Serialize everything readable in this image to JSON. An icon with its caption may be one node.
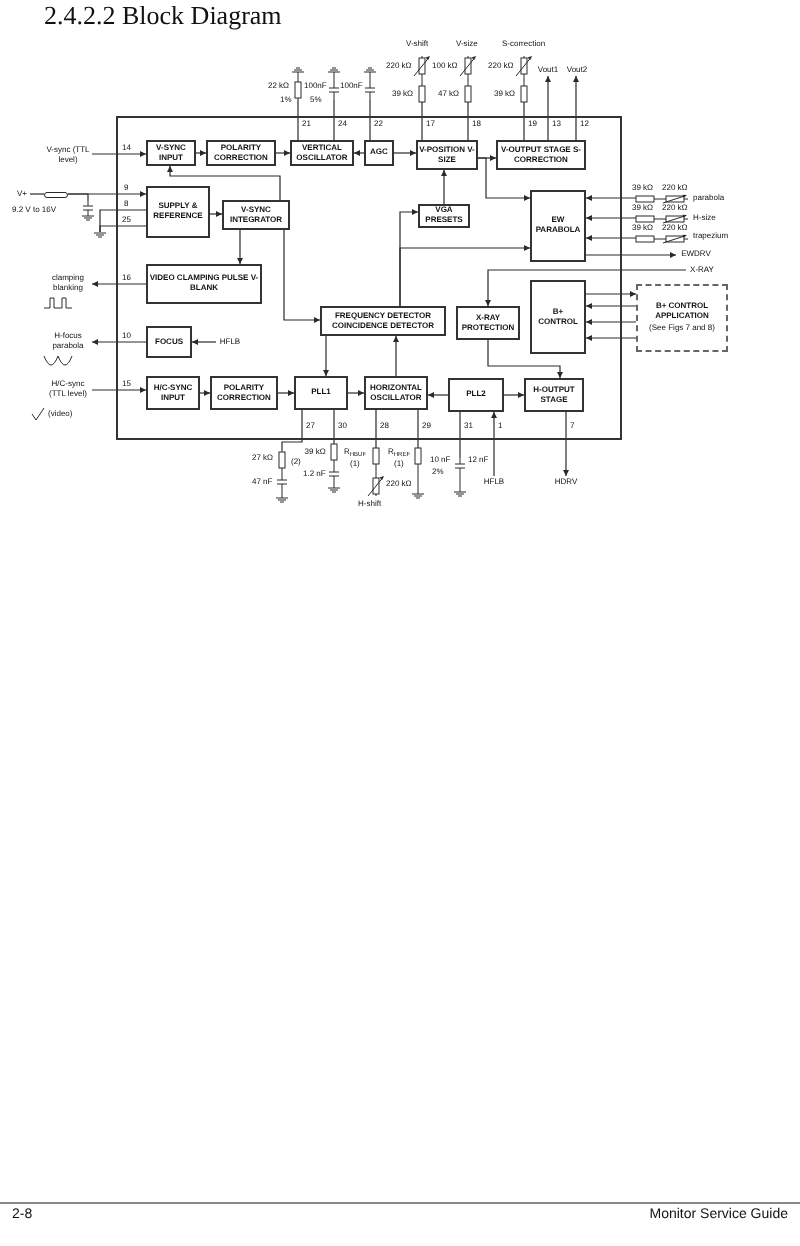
{
  "diagram": {
    "title": "2.4.2.2 Block Diagram",
    "nodes": [
      {
        "text": [],
        "shape": "box"
      },
      {
        "text": [
          "V-SYNC INPUT"
        ],
        "in": 0
      },
      {
        "text": [
          "POLARITY CORRECTION"
        ],
        "in": 0
      },
      {
        "text": [
          "VERTICAL OSCILLATOR"
        ],
        "in": 0
      },
      {
        "text": [
          "AGC"
        ],
        "in": 0
      },
      {
        "text": [
          "V-POSITION V-SIZE"
        ],
        "in": 0
      },
      {
        "text": [
          "V-OUTPUT STAGE S-CORRECTION"
        ],
        "in": 0
      },
      {
        "text": [
          "SUPPLY & REFERENCE"
        ],
        "in": 0
      },
      {
        "text": [
          "V-SYNC INTEGRATOR"
        ],
        "in": 0
      },
      {
        "text": [
          "VGA PRESETS"
        ],
        "in": 0
      },
      {
        "text": [
          "EW PARABOLA"
        ],
        "in": 0
      },
      {
        "text": [
          "VIDEO CLAMPING PULSE V-BLANK"
        ],
        "in": 0
      },
      {
        "text": [
          "FREQUENCY DETECTOR COINCIDENCE DETECTOR"
        ],
        "in": 0
      },
      {
        "text": [
          "X-RAY PROTECTION"
        ],
        "in": 0
      },
      {
        "text": [
          "B+ CONTROL"
        ],
        "in": 0
      },
      {
        "text": [
          "FOCUS"
        ],
        "in": 0
      },
      {
        "text": [
          "HFLB"
        ],
        "in": 0
      },
      {
        "text": [
          "H/C-SYNC INPUT"
        ],
        "in": 0
      },
      {
        "text": [
          "POLARITY CORRECTION"
        ],
        "in": 0
      },
      {
        "text": [
          "PLL1"
        ],
        "in": 0
      },
      {
        "text": [
          "HORIZONTAL OSCILLATOR"
        ],
        "in": 0
      },
      {
        "text": [
          "PLL2"
        ],
        "in": 0
      },
      {
        "text": [
          "H-OUTPUT STAGE"
        ],
        "in": 0
      },
      {
        "text": [
          "V-sync (TTL level)"
        ]
      },
      {
        "text": [
          "V+"
        ],
        "beside": [
          "9.2 V to 16V"
        ]
      },
      {
        "text": [],
        "shape": "inductor"
      },
      {
        "text": [],
        "shape": "capacitor"
      },
      {
        "text": [],
        "shape": "ground"
      },
      {
        "text": [
          "clamping blanking"
        ]
      },
      {
        "text": [
          "H-focus parabola"
        ]
      },
      {
        "text": [
          "H/C-sync (TTL level)"
        ]
      },
      {
        "text": [],
        "shape": "resistor",
        "beside": [
          "22 kΩ",
          "1%"
        ]
      },
      {
        "text": [],
        "shape": "capacitor",
        "beside": [
          "100nF",
          "5%"
        ]
      },
      {
        "text": [],
        "shape": "capacitor",
        "beside": [
          "100nF"
        ]
      },
      {
        "text": [],
        "shape": "picture",
        "beside": [
          "V-shift",
          "220 kΩ",
          "39 kΩ"
        ]
      },
      {
        "text": [],
        "shape": "picture",
        "beside": [
          "V-size",
          "100 kΩ",
          "47 kΩ"
        ]
      },
      {
        "text": [],
        "shape": "picture",
        "beside": [
          "S-correction",
          "220 kΩ",
          "39 kΩ"
        ]
      },
      {
        "text": [
          "Vout1"
        ]
      },
      {
        "text": [
          "Vout2"
        ]
      },
      {
        "text": [],
        "shape": "picture",
        "beside": [
          "39 kΩ",
          "220 kΩ",
          "parabola"
        ]
      },
      {
        "text": [],
        "shape": "picture",
        "beside": [
          "39 kΩ",
          "220 kΩ",
          "H-size"
        ]
      },
      {
        "text": [],
        "shape": "picture",
        "beside": [
          "39 kΩ",
          "220 kΩ",
          "trapezium"
        ]
      },
      {
        "text": [
          "EWDRV"
        ]
      },
      {
        "text": [
          "X-RAY"
        ]
      },
      {
        "text": [
          "B+ CONTROL APPLICATION",
          "(See Figs 7 and 8)"
        ]
      },
      {
        "text": [],
        "shape": "picture",
        "beside": [
          "27 kΩ",
          "(2)",
          "47 nF"
        ]
      },
      {
        "text": [],
        "shape": "picture",
        "beside": [
          "39 kΩ",
          "1.2 nF"
        ]
      },
      {
        "text": [],
        "shape": "picture",
        "beside": [
          "R$_{HBUF}$",
          "(1)",
          "220 kΩ",
          "H-shift"
        ]
      },
      {
        "text": [],
        "shape": "picture",
        "beside": [
          "R$_{HREF}$",
          "(1)"
        ]
      },
      {
        "text": [],
        "shape": "picture",
        "beside": [
          "10 nF",
          "2%",
          "12 nF"
        ]
      },
      {
        "text": [
          "HFLB"
        ]
      },
      {
        "text": [
          "HDRV"
        ]
      }
    ],
    "edges": [
      {
        "from": 23,
        "to": 1,
        "arrow": "to"
      },
      {
        "from": 1,
        "to": 2,
        "arrow": "to"
      },
      {
        "from": 2,
        "to": 3,
        "arrow": "to"
      },
      {
        "from": 4,
        "to": 3,
        "arrow": "to"
      },
      {
        "from": 4,
        "to": 5,
        "arrow": "to"
      },
      {
        "from": 5,
        "to": 6,
        "arrow": "to"
      },
      {
        "from": 5,
        "to": 10,
        "arrow": "to"
      },
      {
        "from": 9,
        "to": 5,
        "arrow": "to"
      },
      {
        "from": 8,
        "to": 1,
        "arrow": "to"
      },
      {
        "from": 7,
        "to": 8,
        "arrow": "to"
      },
      {
        "from": 24,
        "to": 25,
        "arrow": "none"
      },
      {
        "from": 25,
        "to": 7,
        "arrow": "to"
      },
      {
        "from": 25,
        "to": 26,
        "arrow": "none"
      },
      {
        "from": 7,
        "to": 27,
        "arrow": "none"
      },
      {
        "from": 7,
        "to": 27,
        "arrow": "none"
      },
      {
        "from": 11,
        "to": 28,
        "arrow": "to"
      },
      {
        "from": 8,
        "to": 11,
        "arrow": "to"
      },
      {
        "from": 15,
        "to": 29,
        "arrow": "to"
      },
      {
        "from": 16,
        "to": 15,
        "arrow": "to"
      },
      {
        "from": 30,
        "to": 17,
        "arrow": "to"
      },
      {
        "from": 17,
        "to": 18,
        "arrow": "to"
      },
      {
        "from": 18,
        "to": 19,
        "arrow": "to"
      },
      {
        "from": 19,
        "to": 20,
        "arrow": "to"
      },
      {
        "from": 21,
        "to": 20,
        "arrow": "to"
      },
      {
        "from": 21,
        "to": 22,
        "arrow": "to"
      },
      {
        "from": 8,
        "to": 12,
        "arrow": "to"
      },
      {
        "from": 12,
        "to": 19,
        "arrow": "to"
      },
      {
        "from": 20,
        "to": 12,
        "arrow": "to"
      },
      {
        "from": 43,
        "to": 13,
        "arrow": "to"
      },
      {
        "from": 13,
        "to": 22,
        "arrow": "to"
      },
      {
        "from": 14,
        "to": 44,
        "arrow": "to"
      },
      {
        "from": 44,
        "to": 14,
        "arrow": "to"
      },
      {
        "from": 44,
        "to": 14,
        "arrow": "to"
      },
      {
        "from": 44,
        "to": 14,
        "arrow": "to"
      },
      {
        "from": 10,
        "to": 42,
        "arrow": "to"
      },
      {
        "from": 39,
        "to": 10,
        "arrow": "to"
      },
      {
        "from": 40,
        "to": 10,
        "arrow": "to"
      },
      {
        "from": 41,
        "to": 10,
        "arrow": "to"
      },
      {
        "from": 3,
        "to": 31,
        "arrow": "none"
      },
      {
        "from": 3,
        "to": 32,
        "arrow": "none"
      },
      {
        "from": 4,
        "to": 33,
        "arrow": "none"
      },
      {
        "from": 34,
        "to": 5,
        "arrow": "none"
      },
      {
        "from": 35,
        "to": 5,
        "arrow": "none"
      },
      {
        "from": 36,
        "to": 6,
        "arrow": "none"
      },
      {
        "from": 6,
        "to": 37,
        "arrow": "to"
      },
      {
        "from": 6,
        "to": 38,
        "arrow": "to"
      },
      {
        "from": 22,
        "to": 51,
        "arrow": "to"
      },
      {
        "from": 50,
        "to": 21,
        "arrow": "to"
      },
      {
        "from": 19,
        "to": 45,
        "arrow": "none"
      },
      {
        "from": 19,
        "to": 46,
        "arrow": "none"
      },
      {
        "from": 20,
        "to": 47,
        "arrow": "none"
      },
      {
        "from": 20,
        "to": 48,
        "arrow": "none"
      },
      {
        "from": 21,
        "to": 49,
        "arrow": "none"
      },
      {
        "from": 12,
        "to": 9,
        "arrow": "to"
      },
      {
        "from": 12,
        "to": 10,
        "arrow": "to"
      }
    ],
    "labels": [
      "21",
      "24",
      "22",
      "17",
      "18",
      "19",
      "13",
      "12",
      "14",
      "9",
      "8",
      "25",
      "16",
      "10",
      "15",
      "(video)",
      "27",
      "30",
      "28",
      "29",
      "31",
      "1",
      "7",
      "2-8",
      "Monitor Service Guide"
    ]
  }
}
